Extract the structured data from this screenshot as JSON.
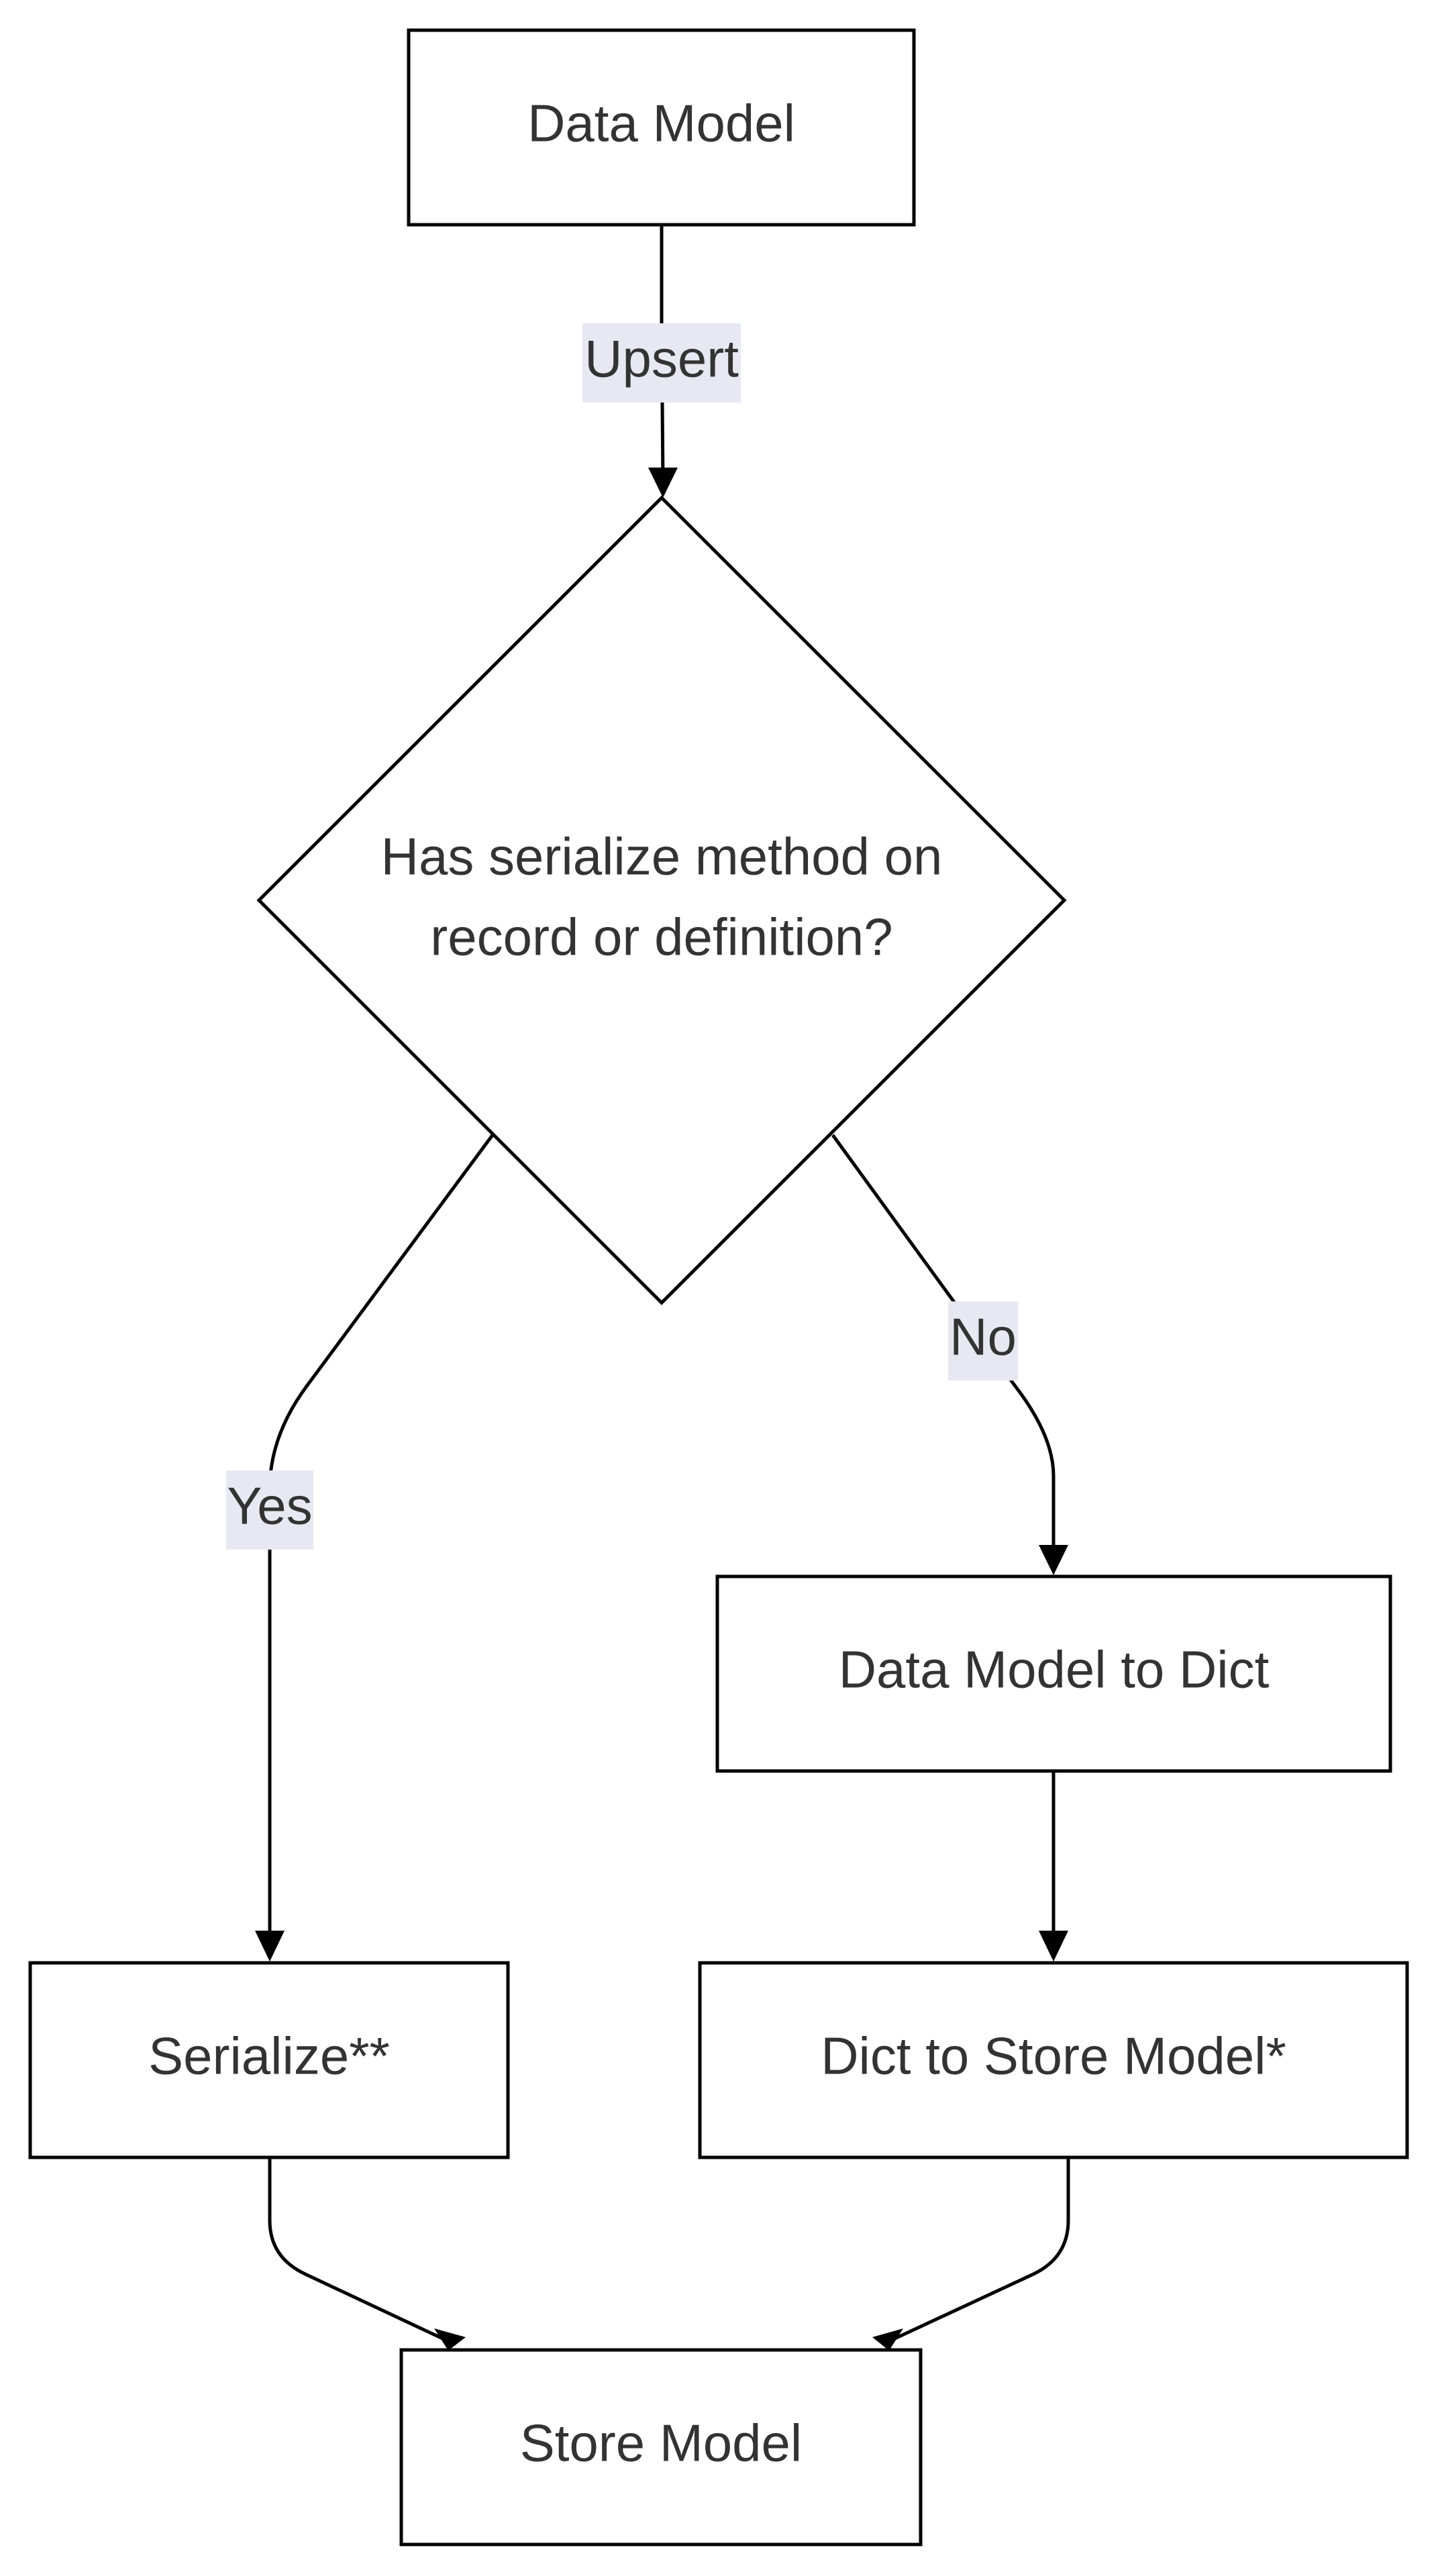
{
  "nodes": {
    "data_model": "Data Model",
    "decision_line1": "Has serialize method on",
    "decision_line2": "record or definition?",
    "data_model_to_dict": "Data Model to Dict",
    "serialize": "Serialize**",
    "dict_to_store_model": "Dict to Store Model*",
    "store_model": "Store Model"
  },
  "edges": {
    "upsert": "Upsert",
    "yes": "Yes",
    "no": "No"
  }
}
